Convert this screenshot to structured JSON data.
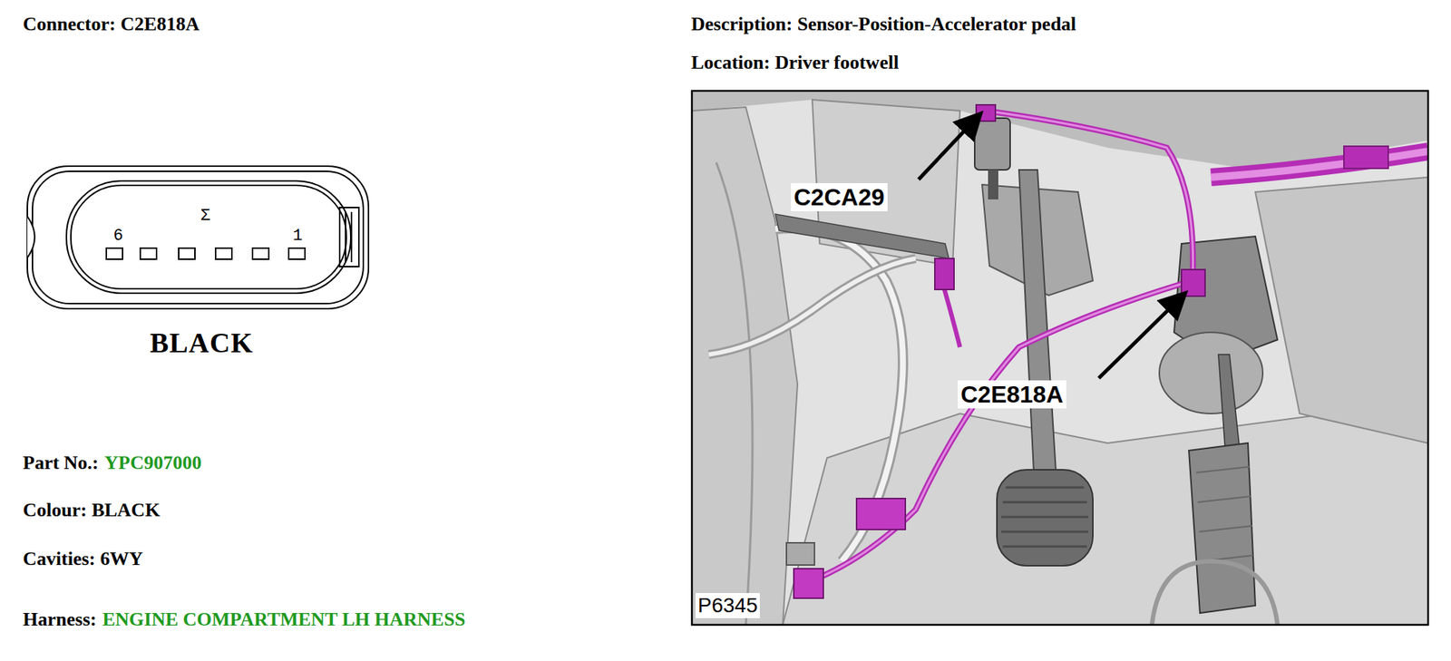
{
  "diagram": {
    "nodes": [
      {
        "text": [
          "Σ",
          "6",
          "1"
        ]
      }
    ],
    "labels": [
      "Connector: C2E818A",
      "BLACK",
      "Part No.:",
      "YPC907000",
      "Colour: BLACK",
      "Cavities: 6WY",
      "Harness:",
      "ENGINE COMPARTMENT LH HARNESS",
      "Description: Sensor-Position-Accelerator pedal",
      "Location: Driver footwell",
      "C2CA29",
      "C2E818A",
      "P6345"
    ]
  }
}
